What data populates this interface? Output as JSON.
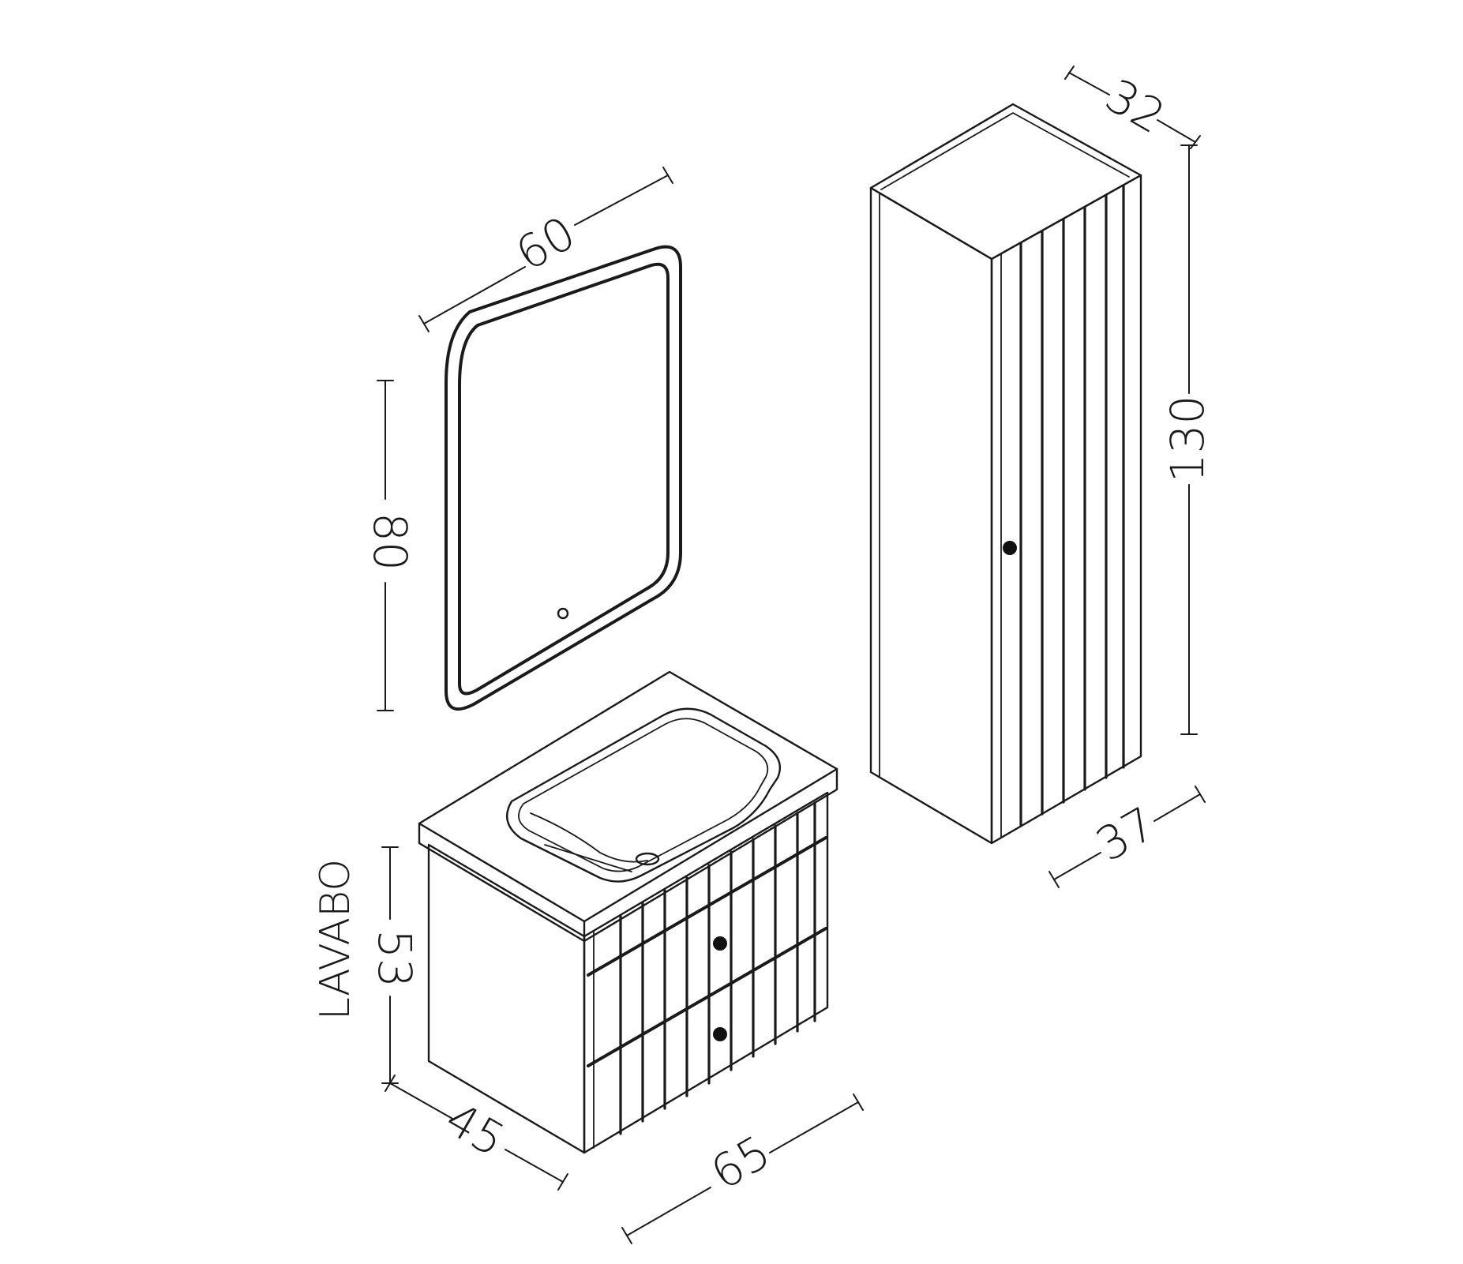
{
  "colors": {
    "line": "#1a1a1a",
    "background": "#ffffff"
  },
  "mirror": {
    "width_label": "60",
    "height_label": "80"
  },
  "tall_cabinet": {
    "depth_label": "32",
    "height_label": "130",
    "width_label": "37"
  },
  "vanity": {
    "side_label": "LAVABO",
    "height_label": "53",
    "depth_label": "45",
    "width_label": "65"
  }
}
